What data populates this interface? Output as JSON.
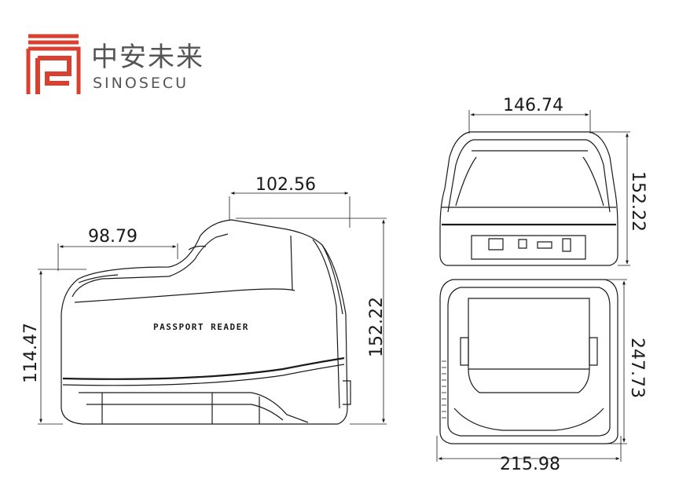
{
  "brand": {
    "name_cn": "中安未来",
    "name_en": "SINOSECU",
    "accent_color": "#d9402f",
    "text_color": "#555555"
  },
  "device": {
    "label": "PASSPORT READER"
  },
  "dimensions": {
    "side_top_width": "102.56",
    "side_slot_width": "98.79",
    "side_body_height": "114.47",
    "side_total_height": "152.22",
    "front_width": "146.74",
    "front_height": "152.22",
    "top_depth": "247.73",
    "top_width": "215.98"
  }
}
